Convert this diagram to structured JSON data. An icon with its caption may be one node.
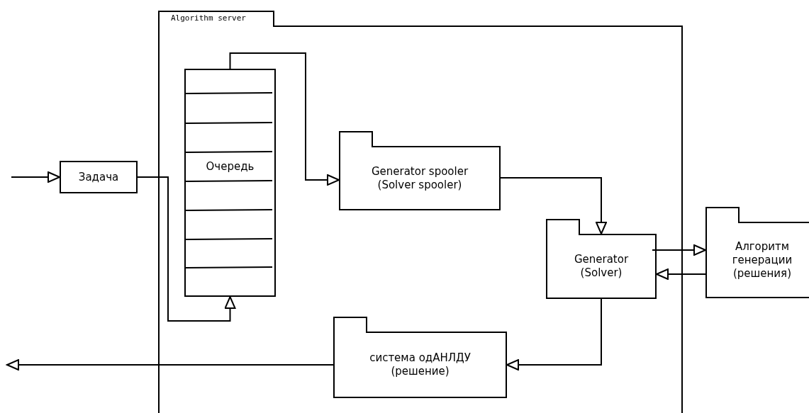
{
  "diagram": {
    "nodes": [
      {
        "text": [
          "Algorithm server"
        ]
      },
      {
        "text": [
          "Задача"
        ]
      },
      {
        "text": [
          "Очередь"
        ],
        "in": 0
      },
      {
        "text": [
          "Generator spooler (Solver spooler)"
        ],
        "in": 0
      },
      {
        "text": [
          "Generator (Solver)"
        ],
        "in": 0
      },
      {
        "text": [
          "Алгоритм генерации (решения)"
        ]
      },
      {
        "text": [
          "система одАНЛДУ (решение)"
        ],
        "in": 0
      }
    ],
    "edges": [
      {
        "from": null,
        "to": 1,
        "arrow": "to"
      },
      {
        "from": 1,
        "to": 2,
        "arrow": "to"
      },
      {
        "from": 2,
        "to": 3,
        "arrow": "to"
      },
      {
        "from": 3,
        "to": 4,
        "arrow": "to"
      },
      {
        "from": 4,
        "to": 5,
        "arrow": "to"
      },
      {
        "from": 5,
        "to": 4,
        "arrow": "to"
      },
      {
        "from": 4,
        "to": 6,
        "arrow": "to"
      },
      {
        "from": 6,
        "to": null,
        "arrow": "to"
      }
    ]
  }
}
